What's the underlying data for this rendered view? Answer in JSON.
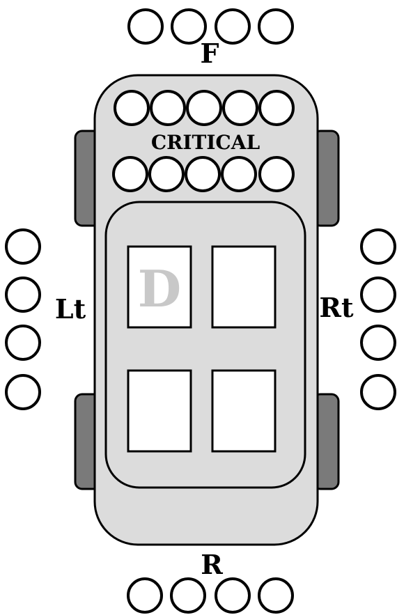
{
  "labels": {
    "front": "F",
    "rear": "R",
    "left": "Lt",
    "right": "Rt",
    "critical": "CRITICAL",
    "driver_seat": "D"
  },
  "colors": {
    "body": "#dcdcdc",
    "wheel": "#7a7a7a",
    "seat": "#ffffff",
    "outline": "#000000",
    "driver_letter": "#c8c8c8"
  }
}
